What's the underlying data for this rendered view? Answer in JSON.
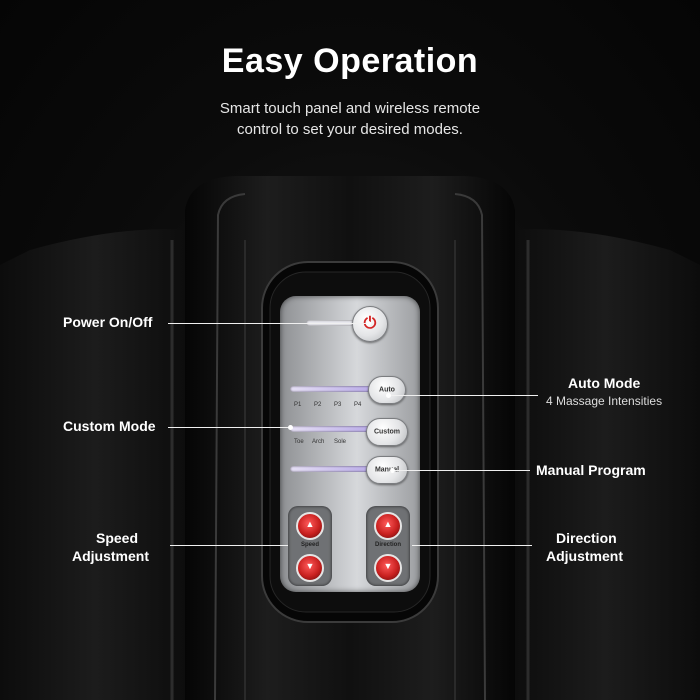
{
  "header": {
    "title": "Easy Operation",
    "subtitle_line1": "Smart touch panel and wireless remote",
    "subtitle_line2": "control to set your desired modes."
  },
  "callouts": {
    "power": "Power On/Off",
    "auto": "Auto Mode",
    "auto_sub": "4 Massage Intensities",
    "custom": "Custom Mode",
    "manual": "Manual Program",
    "speed_line1": "Speed",
    "speed_line2": "Adjustment",
    "direction_line1": "Direction",
    "direction_line2": "Adjustment"
  },
  "panel": {
    "auto_btn": "Auto",
    "custom_btn": "Custom",
    "manual_btn": "Manual",
    "auto_ticks": [
      "P1",
      "P2",
      "P3",
      "P4"
    ],
    "custom_ticks": [
      "Toe",
      "Arch",
      "Sole"
    ],
    "speed_label": "Speed",
    "direction_label": "Direction",
    "up_arrow": "▲",
    "down_arrow": "▼",
    "power_symbol": "⏻"
  }
}
